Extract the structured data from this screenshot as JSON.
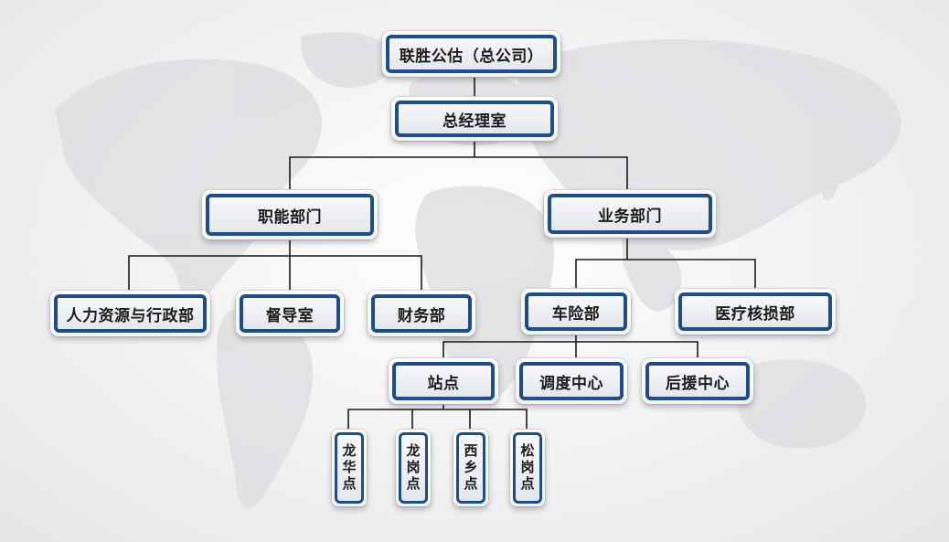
{
  "org_chart": {
    "root": "联胜公估（总公司）",
    "general_office": "总经理室",
    "functional_dept": "职能部门",
    "business_dept": "业务部门",
    "hr_admin": "人力资源与行政部",
    "supervision": "督导室",
    "finance": "财务部",
    "auto_insurance": "车险部",
    "medical_claims": "医疗核损部",
    "stations": "站点",
    "dispatch_center": "调度中心",
    "support_center": "后援中心",
    "longhua": "龙华点",
    "longgang": "龙岗点",
    "xixiang": "西乡点",
    "songgang": "松岗点"
  },
  "colors": {
    "node_border": "#1f4e87",
    "connector": "#1a1a1a",
    "map": "#d9dadd"
  }
}
